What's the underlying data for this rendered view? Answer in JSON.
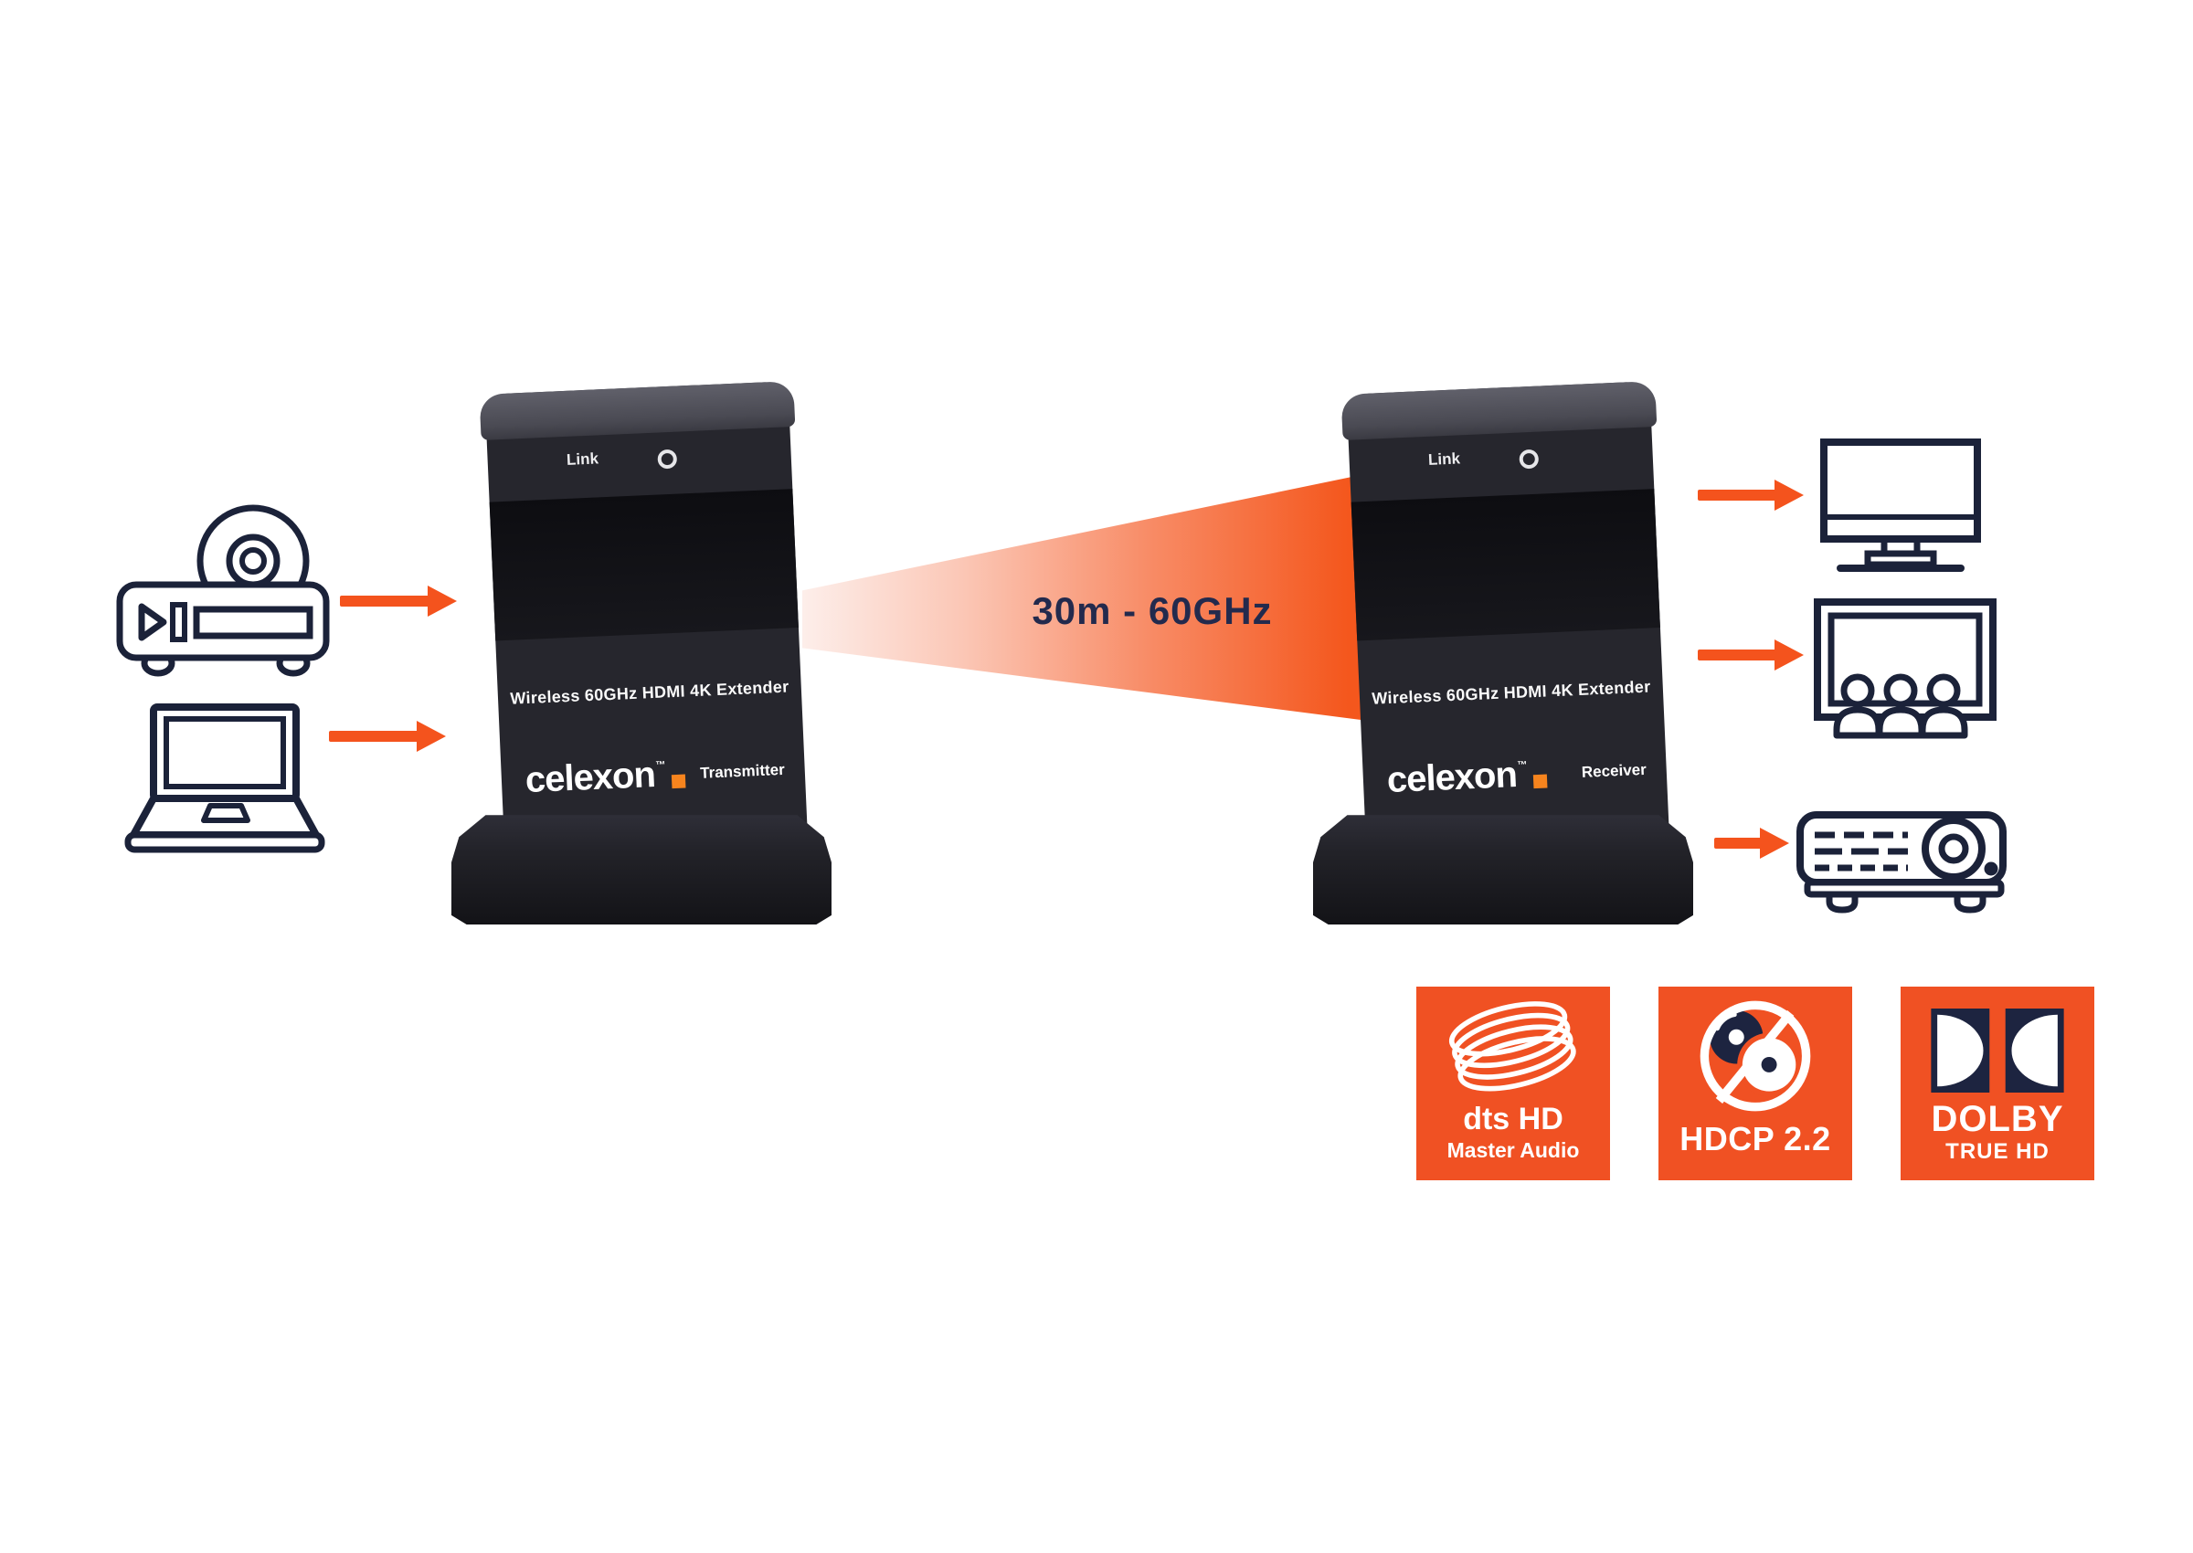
{
  "diagram": {
    "beam_label": "30m - 60GHz"
  },
  "device_shared": {
    "link_label": "Link",
    "model_label": "Wireless 60GHz HDMI 4K Extender",
    "brand": "celexon",
    "brand_tm": "™"
  },
  "devices": {
    "transmitter": {
      "role_label": "Transmitter"
    },
    "receiver": {
      "role_label": "Receiver"
    }
  },
  "source_icons": [
    "disc-player-icon",
    "laptop-icon"
  ],
  "output_icons": [
    "monitor-icon",
    "audience-screen-icon",
    "projector-icon"
  ],
  "badges": [
    {
      "name": "dts-hd",
      "icon": "dts-rings-icon",
      "line1": "dts HD",
      "line2": "Master Audio"
    },
    {
      "name": "hdcp-22",
      "icon": "no-disc-icon",
      "line1": "HDCP 2.2",
      "line2": ""
    },
    {
      "name": "dolby-true-hd",
      "icon": "dolby-double-d-icon",
      "line1": "DOLBY",
      "line2": "TRUE HD"
    }
  ],
  "colors": {
    "arrow_orange": "#f4531d",
    "beam_end_orange": "#f4571d",
    "beam_start_pink": "#fdeeea",
    "badge_orange": "#f05123",
    "icon_navy": "#1b2239",
    "beam_text_navy": "#232a4d",
    "brand_accent_orange": "#f6841e",
    "device_body": "#26262d"
  }
}
